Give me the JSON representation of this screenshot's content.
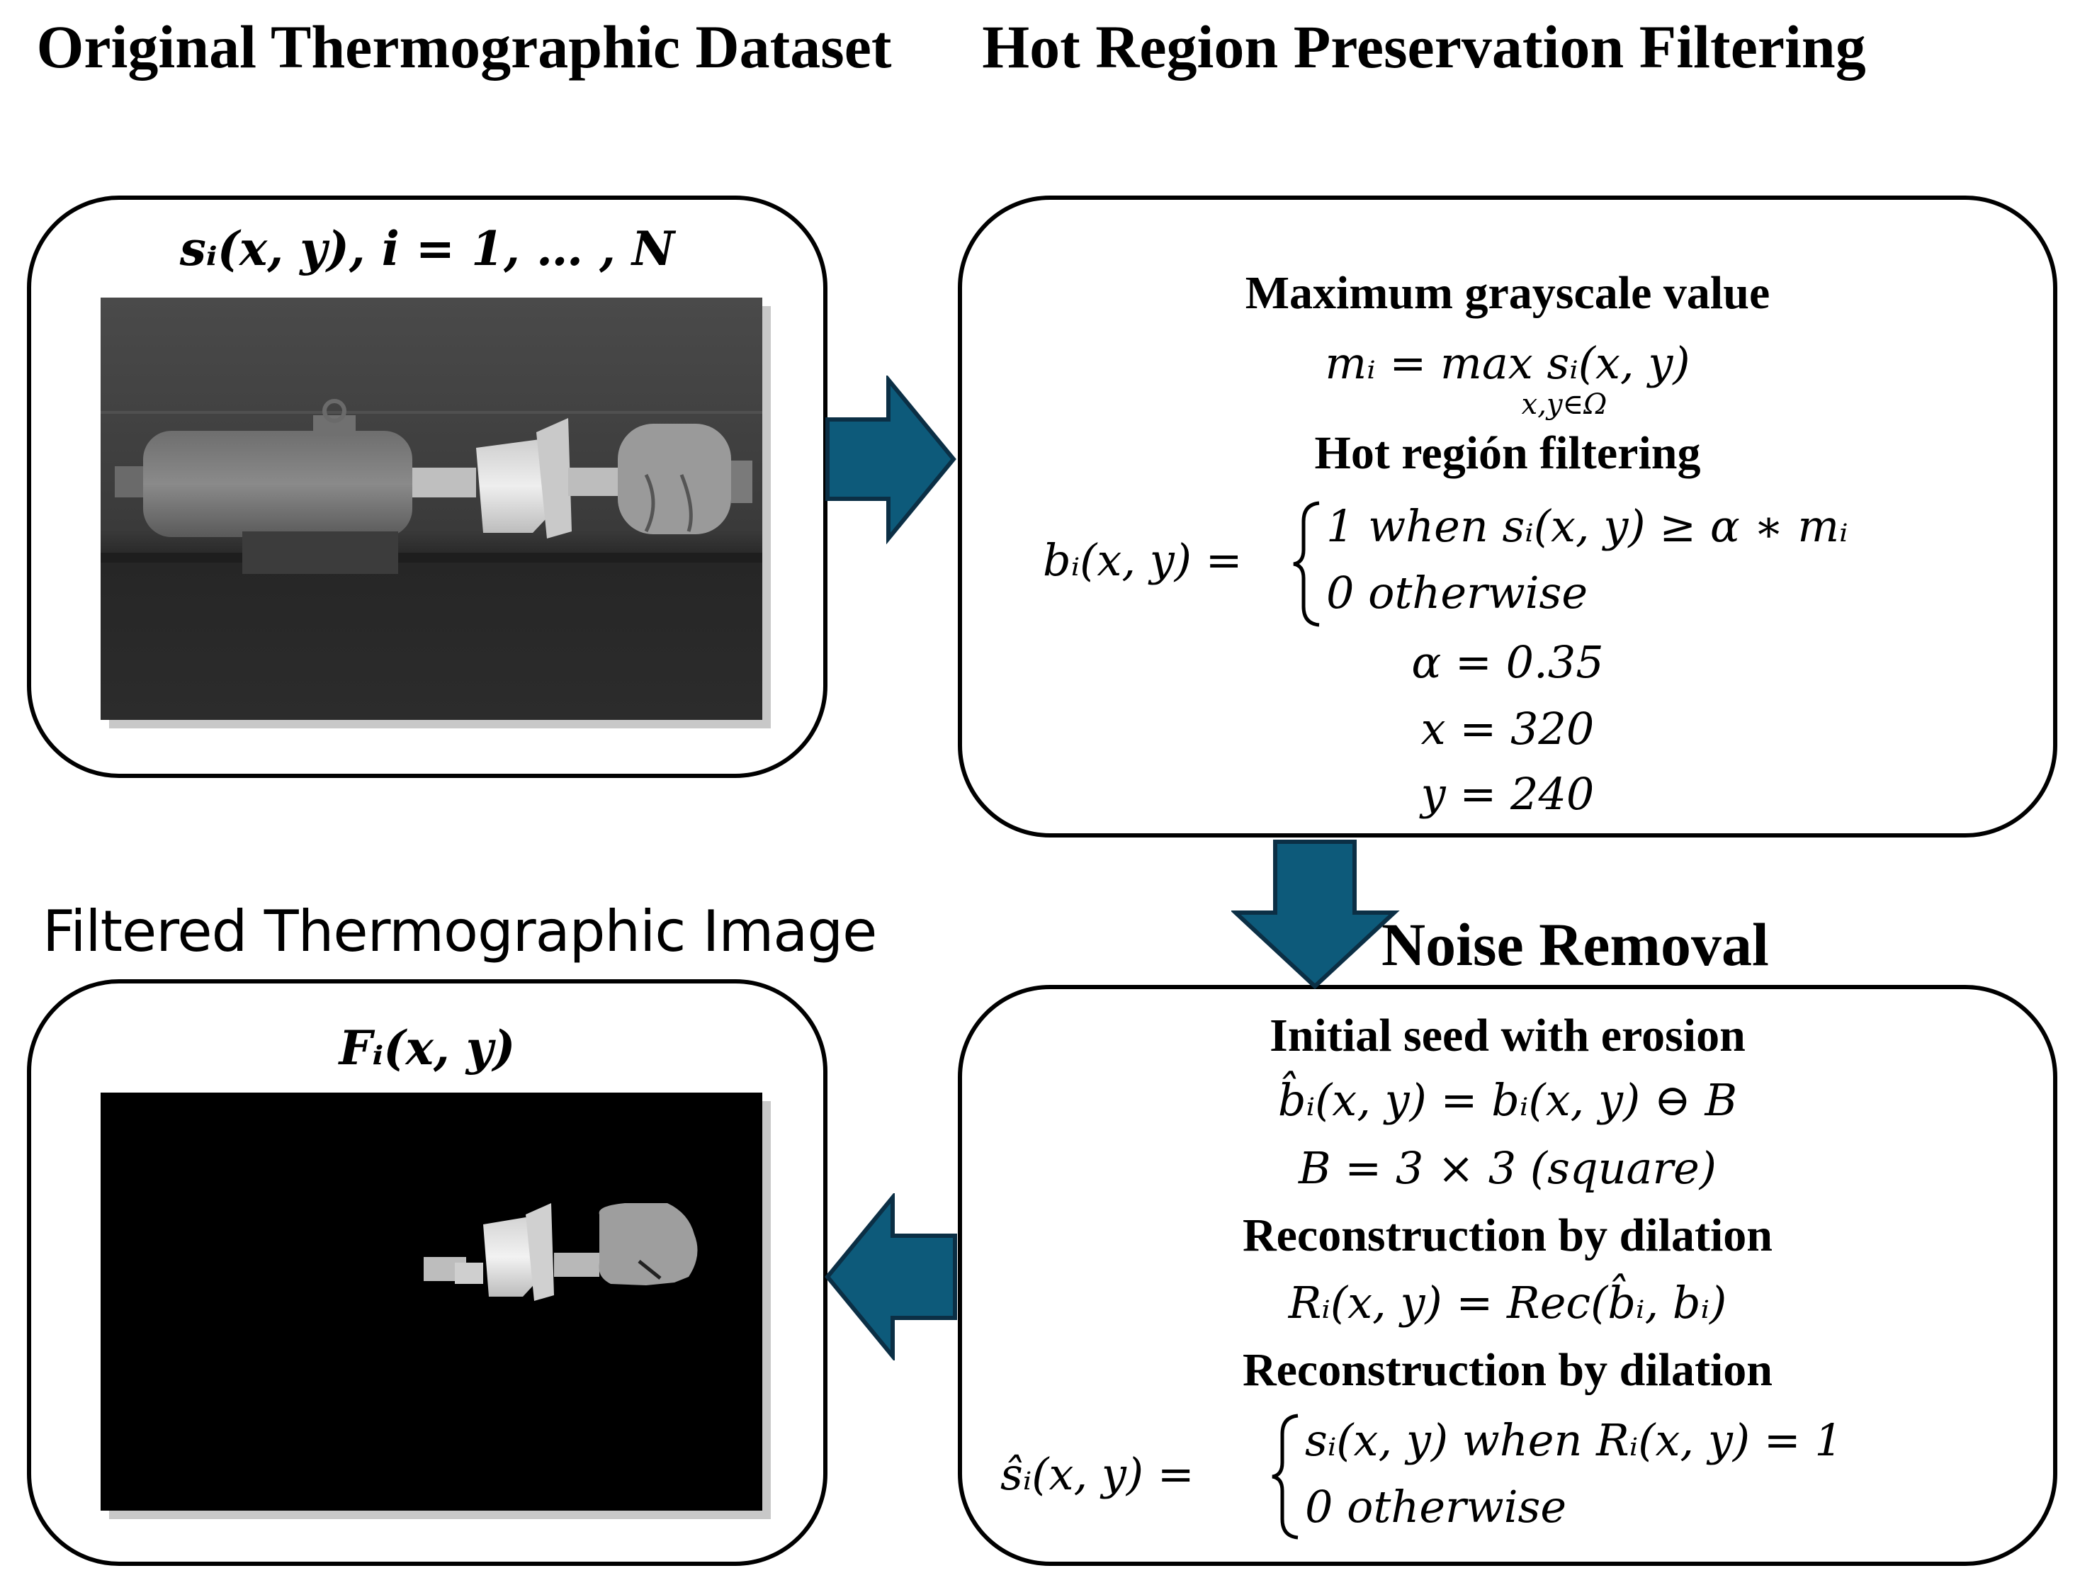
{
  "titles": {
    "original": "Original Thermographic Dataset",
    "hot_region": "Hot Region Preservation Filtering",
    "noise_removal": "Noise Removal",
    "filtered": "Filtered Thermographic Image"
  },
  "original_box": {
    "formula": "sᵢ(x, y), i = 1, … , N"
  },
  "hot_region_box": {
    "max_heading": "Maximum grayscale value",
    "max_formula": "mᵢ = max sᵢ(x, y)",
    "max_subscript": "x,y∈Ω",
    "filter_heading": "Hot región filtering",
    "b_lhs": "bᵢ(x, y) =",
    "case1": "1   when   sᵢ(x, y) ≥ α ∗ mᵢ",
    "case2": "0        otherwise",
    "alpha": "α = 0.35",
    "x_value": "x = 320",
    "y_value": "y = 240"
  },
  "noise_box": {
    "seed_heading": "Initial seed with erosion",
    "seed_formula": "b̂ᵢ(x, y) = bᵢ(x, y) ⊖ B",
    "b_size": "B = 3 × 3 (square)",
    "rec_heading_1": "Reconstruction by dilation",
    "rec_formula": "Rᵢ(x, y) = Rec(b̂ᵢ, bᵢ)",
    "rec_heading_2": "Reconstruction by dilation",
    "s_lhs": "ŝᵢ(x, y) =",
    "case1": "sᵢ(x, y)   when   Rᵢ(x, y) = 1",
    "case2": "0        otherwise"
  },
  "filtered_box": {
    "formula": "Fᵢ(x, y)"
  },
  "colors": {
    "arrow_fill": "#0d5a7a",
    "arrow_stroke": "#0b2f45"
  }
}
